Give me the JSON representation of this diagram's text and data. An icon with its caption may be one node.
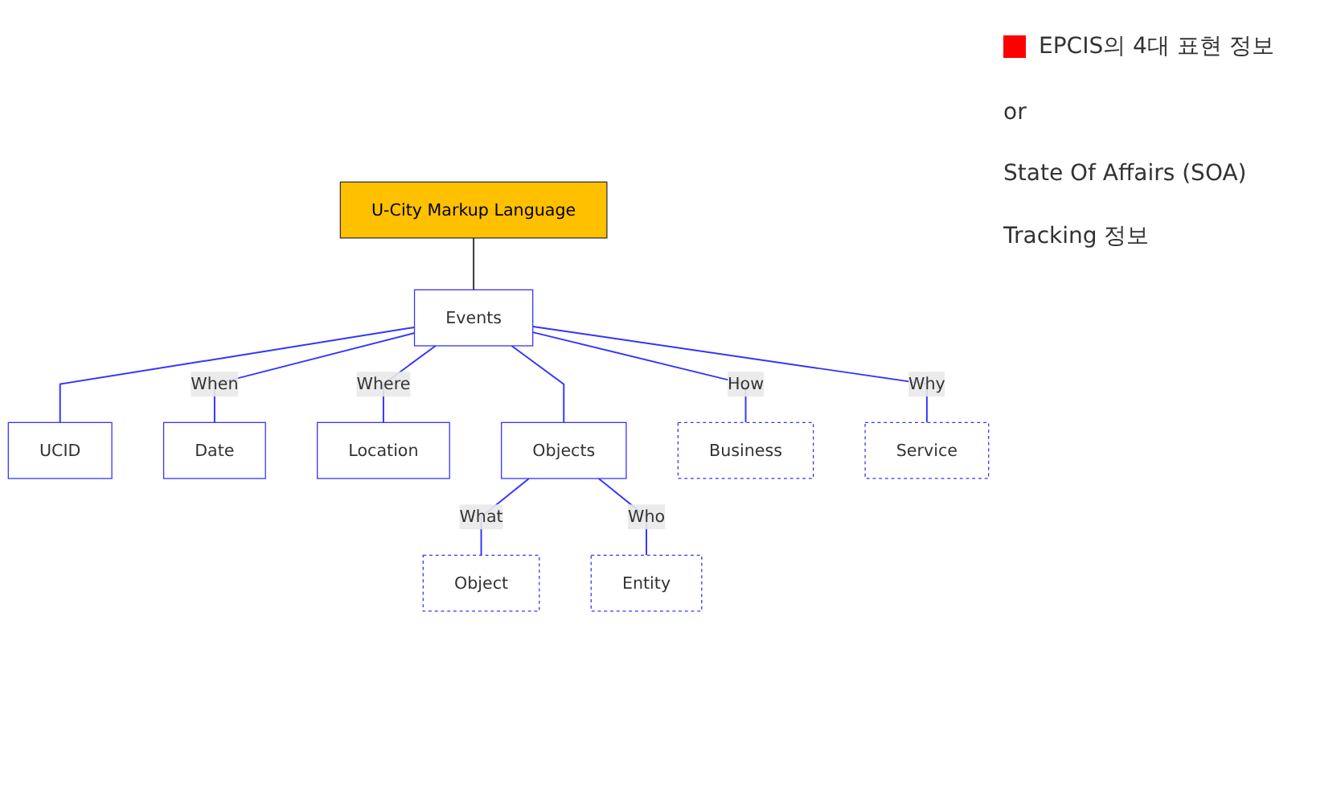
{
  "diagram": {
    "nodes": [
      {
        "text": [
          "U-City Markup Language"
        ]
      },
      {
        "text": [
          "Events"
        ]
      },
      {
        "text": [
          "UCID"
        ]
      },
      {
        "text": [
          "Date"
        ]
      },
      {
        "text": [
          "Location"
        ]
      },
      {
        "text": [
          "Objects"
        ]
      },
      {
        "text": [
          "Business"
        ]
      },
      {
        "text": [
          "Service"
        ]
      },
      {
        "text": [
          "Object"
        ]
      },
      {
        "text": [
          "Entity"
        ]
      }
    ],
    "edges": [
      {
        "from": 0,
        "to": 1,
        "arrow": "none",
        "color": "#333333"
      },
      {
        "from": 1,
        "to": 2,
        "arrow": "none"
      },
      {
        "from": 1,
        "to": 3,
        "arrow": "none",
        "label": "When"
      },
      {
        "from": 1,
        "to": 4,
        "arrow": "none",
        "label": "Where"
      },
      {
        "from": 1,
        "to": 5,
        "arrow": "none"
      },
      {
        "from": 1,
        "to": 6,
        "arrow": "none",
        "label": "How"
      },
      {
        "from": 1,
        "to": 7,
        "arrow": "none",
        "label": "Why"
      },
      {
        "from": 5,
        "to": 8,
        "arrow": "none",
        "label": "What"
      },
      {
        "from": 5,
        "to": 9,
        "arrow": "none",
        "label": "Who"
      }
    ],
    "labels": [
      "or",
      "State Of Affairs (SOA)",
      "Tracking 정보"
    ],
    "legend": [
      {
        "text": "EPCIS의 4대 표현 정보",
        "color": "#ff0000"
      }
    ]
  }
}
